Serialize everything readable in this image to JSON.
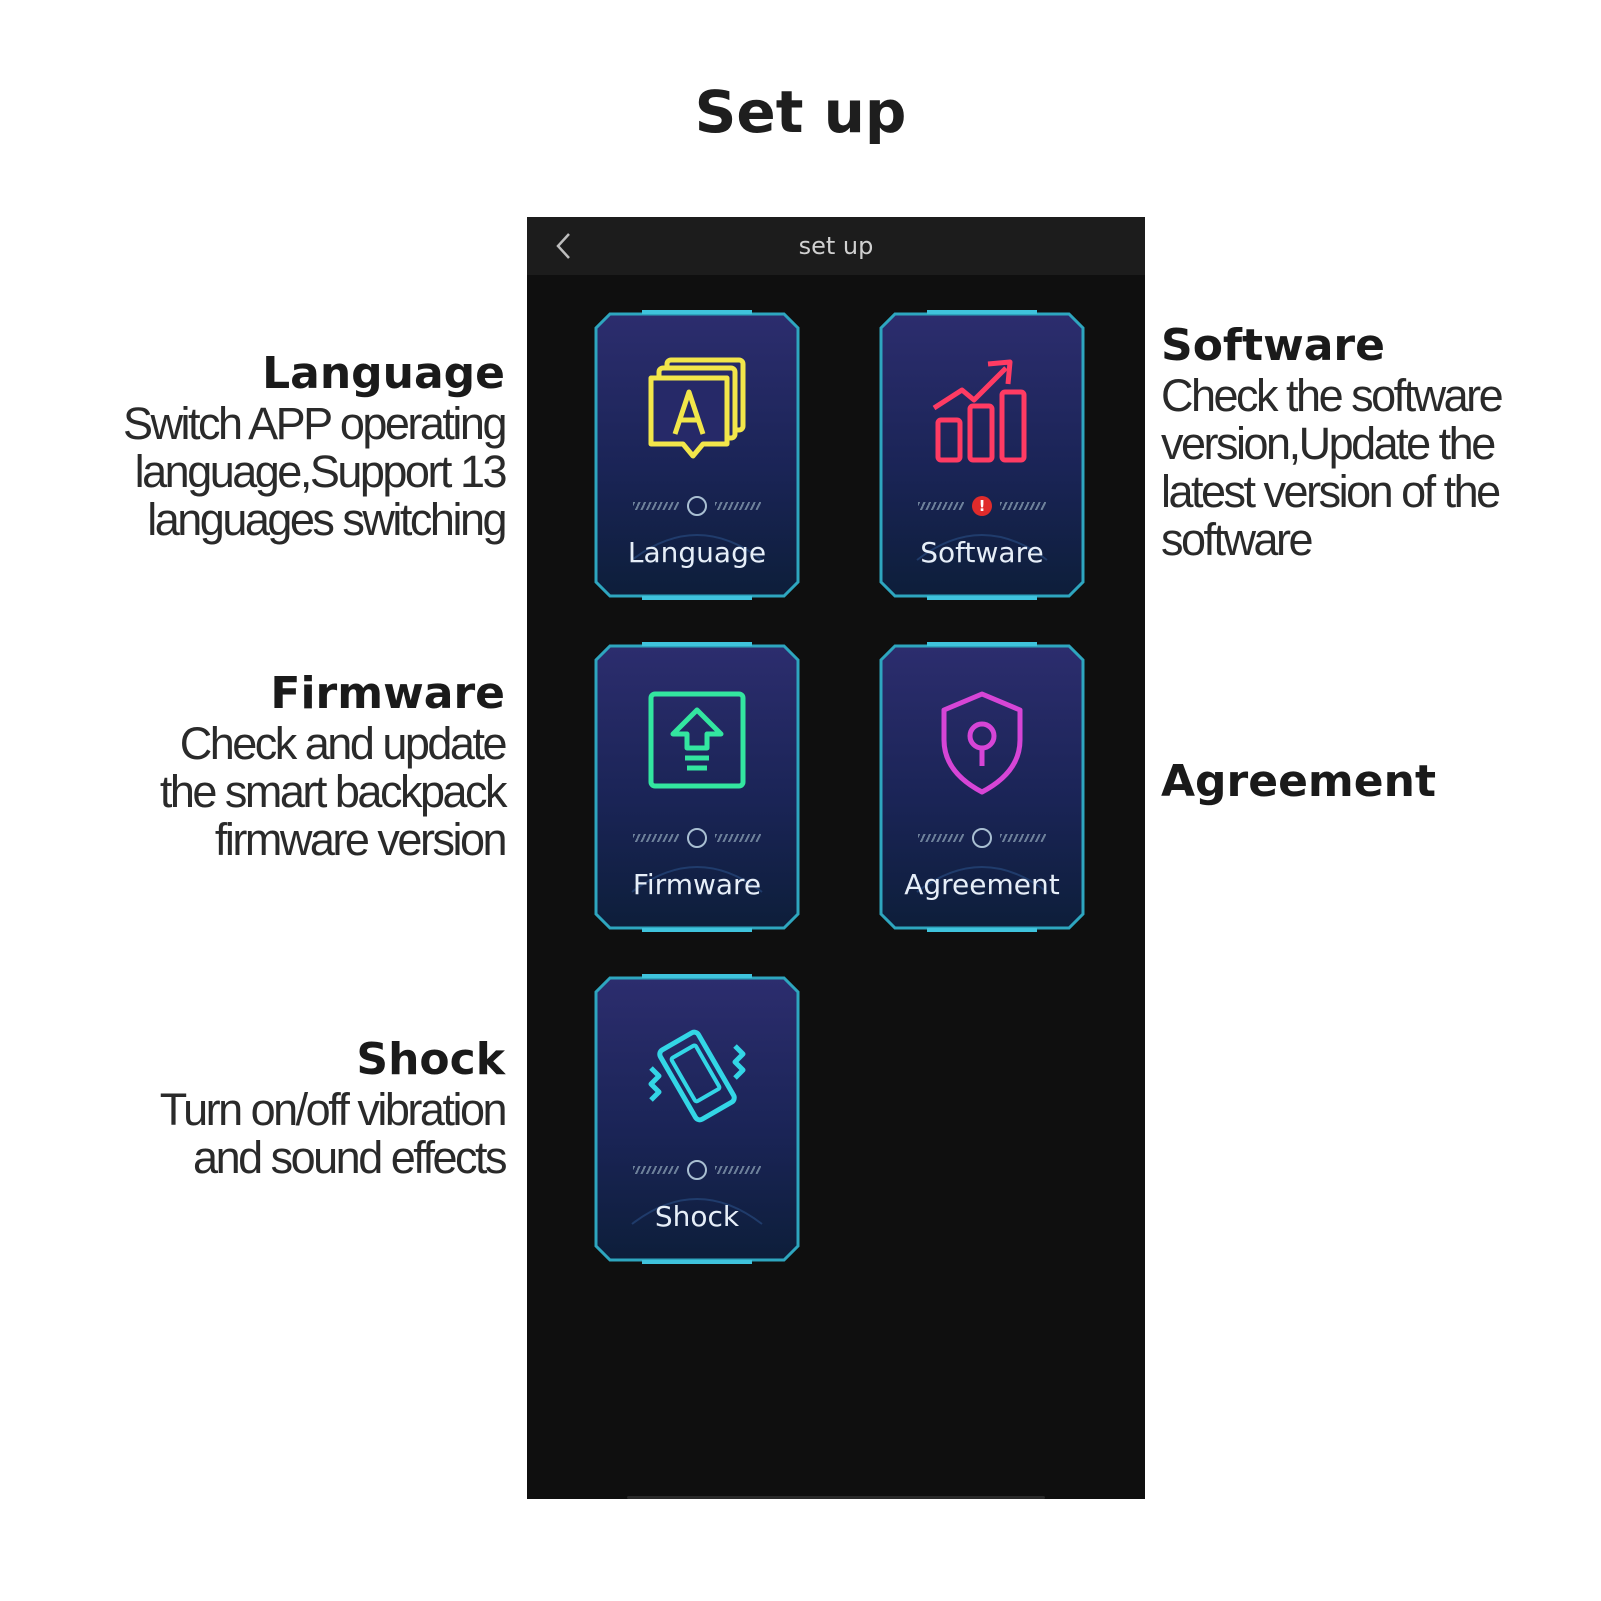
{
  "page_title": "Set up",
  "annotations": {
    "language": {
      "heading": "Language",
      "description": "Switch APP operating\nlanguage,Support 13\nlanguages switching"
    },
    "firmware": {
      "heading": "Firmware",
      "description": "Check and update\nthe smart backpack\nfirmware version"
    },
    "shock": {
      "heading": "Shock",
      "description": "Turn on/off vibration\nand sound effects"
    },
    "software": {
      "heading": "Software",
      "description": "Check the software\nversion,Update the\nlatest version of the\nsoftware"
    },
    "agreement": {
      "heading": "Agreement"
    }
  },
  "app": {
    "title": "set up",
    "back_icon": "chevron-left-icon",
    "cards": [
      {
        "label": "Language",
        "icon": "translate-icon",
        "color": "#f2e64a",
        "alert": false
      },
      {
        "label": "Software",
        "icon": "bar-chart-growth-icon",
        "color": "#ff3b63",
        "alert": true,
        "alert_text": "!"
      },
      {
        "label": "Firmware",
        "icon": "upload-arrow-icon",
        "color": "#33e6a0",
        "alert": false
      },
      {
        "label": "Agreement",
        "icon": "shield-lock-icon",
        "color": "#d645d6",
        "alert": false
      },
      {
        "label": "Shock",
        "icon": "phone-vibrate-icon",
        "color": "#33d6e6",
        "alert": false
      }
    ]
  },
  "colors": {
    "screen_bg": "#0f0f0f",
    "card_frame": "#2ea6bf",
    "card_bg_top": "#2e2f73",
    "card_bg_bottom": "#0e1f3a"
  }
}
